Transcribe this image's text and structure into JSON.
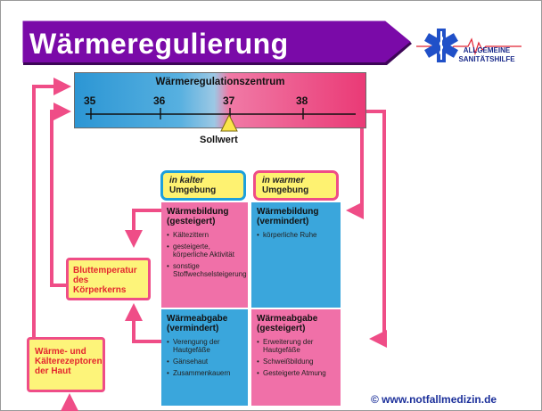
{
  "title": "Wärmeregulierung",
  "logo": {
    "line1": "ALLGEMEINE",
    "line2": "SANITÄTSHILFE"
  },
  "scale": {
    "title": "Wärmeregulationszentrum",
    "ticks": [
      "35",
      "36",
      "37",
      "38"
    ],
    "setpoint_label": "Sollwert"
  },
  "cold": {
    "env_prefix": "in kalter",
    "env_suffix": "Umgebung",
    "production_title": "Wärmebildung (gesteigert)",
    "production_items": [
      "Kältezittern",
      "gesteigerte, körperliche Aktivität",
      "sonstige Stoffwechselsteigerung"
    ],
    "loss_title": "Wärmeabgabe (vermindert)",
    "loss_items": [
      "Verengung der Hautgefäße",
      "Gänsehaut",
      "Zusammenkauern"
    ]
  },
  "warm": {
    "env_prefix": "in warmer",
    "env_suffix": "Umgebung",
    "production_title": "Wärmebildung (vermindert)",
    "production_items": [
      "körperliche Ruhe"
    ],
    "loss_title": "Wärmeabgabe (gesteigert)",
    "loss_items": [
      "Erweiterung der Hautgefäße",
      "Schweißbildung",
      "Gesteigerte Atmung"
    ]
  },
  "core_box": "Bluttemperatur des Körperkerns",
  "receptor_box": "Wärme- und Kälterezeptoren der Haut",
  "copyright": "© www.notfallmedizin.de",
  "colors": {
    "banner": "#7a0aa8",
    "arrow": "#ef4d87",
    "cold_blue": "#2c96d4",
    "warm_pink": "#ea3a76",
    "yellow": "#fef271",
    "panel_pink": "#f070a8",
    "panel_blue": "#3aa6dc"
  }
}
